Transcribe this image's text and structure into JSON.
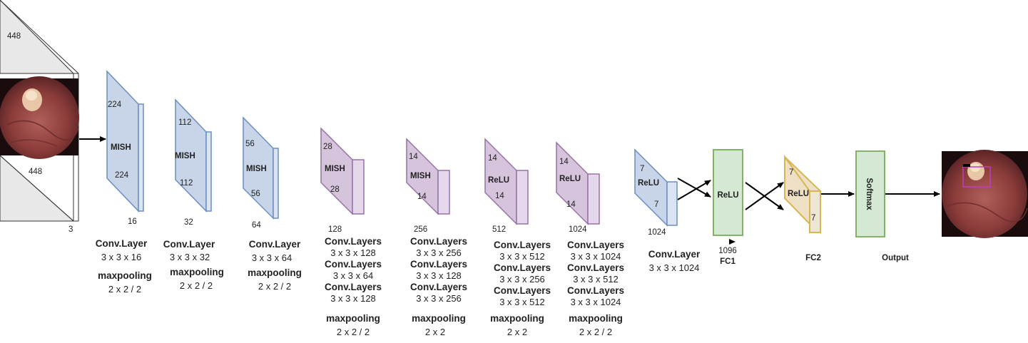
{
  "colors": {
    "blue_fill": "#c8d4e8",
    "blue_side": "#dbe4f2",
    "blue_stroke": "#6c8ebf",
    "purple_fill": "#d6c4dc",
    "purple_side": "#e6d8ec",
    "purple_stroke": "#9673a6",
    "green_fill": "#d5e8d4",
    "green_stroke": "#82b366",
    "yellow_fill": "#ede0c4",
    "yellow_stroke": "#d6b656",
    "gray_fill": "#e8e8e8",
    "gray_stroke": "#333333",
    "arrow": "#000000",
    "text": "#222222"
  },
  "input": {
    "top_dim": "448",
    "side_dim": "448",
    "channels": "3"
  },
  "layers": [
    {
      "dim_top": "224",
      "activation": "MISH",
      "dim_bottom": "224",
      "depth": "16",
      "lines": [
        {
          "t": "Conv.Layer",
          "b": true
        },
        {
          "t": "3 x 3 x 16",
          "b": false
        },
        {
          "t": "maxpooling",
          "b": true
        },
        {
          "t": "2 x 2 / 2",
          "b": false
        }
      ]
    },
    {
      "dim_top": "112",
      "activation": "MISH",
      "dim_bottom": "112",
      "depth": "32",
      "lines": [
        {
          "t": "Conv.Layer",
          "b": true
        },
        {
          "t": "3 x 3 x 32",
          "b": false
        },
        {
          "t": "maxpooling",
          "b": true
        },
        {
          "t": "2 x 2 / 2",
          "b": false
        }
      ]
    },
    {
      "dim_top": "56",
      "activation": "MISH",
      "dim_bottom": "56",
      "depth": "64",
      "lines": [
        {
          "t": "Conv.Layer",
          "b": true
        },
        {
          "t": "3 x 3 x 64",
          "b": false
        },
        {
          "t": "maxpooling",
          "b": true
        },
        {
          "t": "2 x 2 / 2",
          "b": false
        }
      ]
    },
    {
      "dim_top": "28",
      "activation": "MISH",
      "dim_bottom": "28",
      "depth": "128",
      "lines": [
        {
          "t": "Conv.Layers",
          "b": true
        },
        {
          "t": "3 x 3 x 128",
          "b": false
        },
        {
          "t": "Conv.Layers",
          "b": true
        },
        {
          "t": "3 x 3 x 64",
          "b": false
        },
        {
          "t": "Conv.Layers",
          "b": true
        },
        {
          "t": "3 x 3 x 128",
          "b": false
        },
        {
          "t": "maxpooling",
          "b": true
        },
        {
          "t": "2 x 2 / 2",
          "b": false
        }
      ]
    },
    {
      "dim_top": "14",
      "activation": "MISH",
      "dim_bottom": "14",
      "depth": "256",
      "lines": [
        {
          "t": "Conv.Layers",
          "b": true
        },
        {
          "t": "3 x 3 x 256",
          "b": false
        },
        {
          "t": "Conv.Layers",
          "b": true
        },
        {
          "t": "3 x 3 x 128",
          "b": false
        },
        {
          "t": "Conv.Layers",
          "b": true
        },
        {
          "t": "3 x 3 x 256",
          "b": false
        },
        {
          "t": "maxpooling",
          "b": true
        },
        {
          "t": "2 x 2",
          "b": false
        }
      ]
    },
    {
      "dim_top": "14",
      "activation": "ReLU",
      "dim_bottom": "14",
      "depth": "512",
      "lines": [
        {
          "t": "Conv.Layers",
          "b": true
        },
        {
          "t": "3 x 3 x 512",
          "b": false
        },
        {
          "t": "Conv.Layers",
          "b": true
        },
        {
          "t": "3 x 3 x 256",
          "b": false
        },
        {
          "t": "Conv.Layers",
          "b": true
        },
        {
          "t": "3 x 3 x 512",
          "b": false
        },
        {
          "t": "maxpooling",
          "b": true
        },
        {
          "t": "2 x 2",
          "b": false
        }
      ]
    },
    {
      "dim_top": "14",
      "activation": "ReLU",
      "dim_bottom": "14",
      "depth": "1024",
      "lines": [
        {
          "t": "Conv.Layers",
          "b": true
        },
        {
          "t": "3 x 3 x 1024",
          "b": false
        },
        {
          "t": "Conv.Layers",
          "b": true
        },
        {
          "t": "3 x 3 x 512",
          "b": false
        },
        {
          "t": "Conv.Layers",
          "b": true
        },
        {
          "t": "3 x 3 x 1024",
          "b": false
        },
        {
          "t": "maxpooling",
          "b": true
        },
        {
          "t": "2 x 2 / 2",
          "b": false
        }
      ]
    },
    {
      "dim_top": "7",
      "activation": "ReLU",
      "dim_bottom": "7",
      "depth": "1024",
      "lines": [
        {
          "t": "Conv.Layer",
          "b": true
        },
        {
          "t": "3 x 3 x 1024",
          "b": false
        }
      ]
    }
  ],
  "fc1": {
    "activation": "ReLU",
    "units": "1096",
    "label": "FC1"
  },
  "fc2": {
    "activation": "ReLU",
    "dim_top": "7",
    "dim_bottom": "7",
    "label": "FC2"
  },
  "softmax": {
    "label": "Softmax",
    "caption": "Output"
  }
}
